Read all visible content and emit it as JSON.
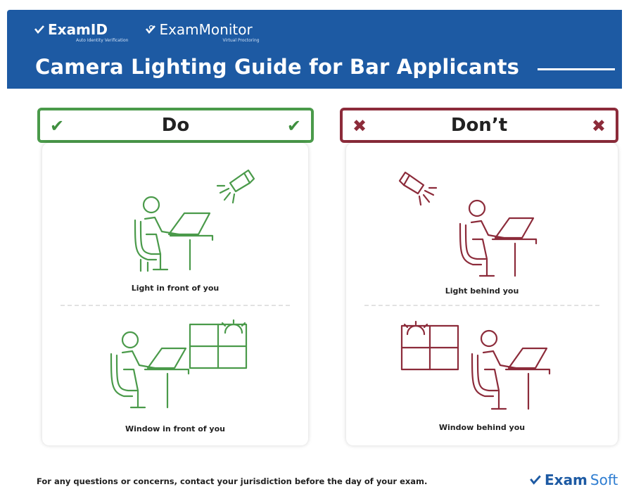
{
  "header": {
    "logo1": {
      "name": "ExamID",
      "tagline": "Auto Identity Verification"
    },
    "logo2": {
      "name": "ExamMonitor",
      "tagline": "Virtual Proctoring"
    },
    "title": "Camera Lighting Guide for Bar Applicants"
  },
  "do": {
    "label": "Do",
    "mark": "✔",
    "caption_top": "Light in front of you",
    "caption_bottom": "Window in front of you",
    "color": "#4a9a4a"
  },
  "dont": {
    "label": "Don’t",
    "mark": "✖",
    "caption_top": "Light behind you",
    "caption_bottom": "Window behind you",
    "color": "#8c2b3a"
  },
  "footer": {
    "note": "For any questions or concerns, contact your jurisdiction before the day of your exam.",
    "brand_a": "Exam",
    "brand_b": "Soft"
  },
  "colors": {
    "header_blue": "#1d5aa3",
    "green": "#4a9a4a",
    "red": "#8c2b3a"
  },
  "icons": [
    "check-icon",
    "x-icon",
    "lamp-icon",
    "window-sun-icon",
    "person-at-desk-icon"
  ]
}
